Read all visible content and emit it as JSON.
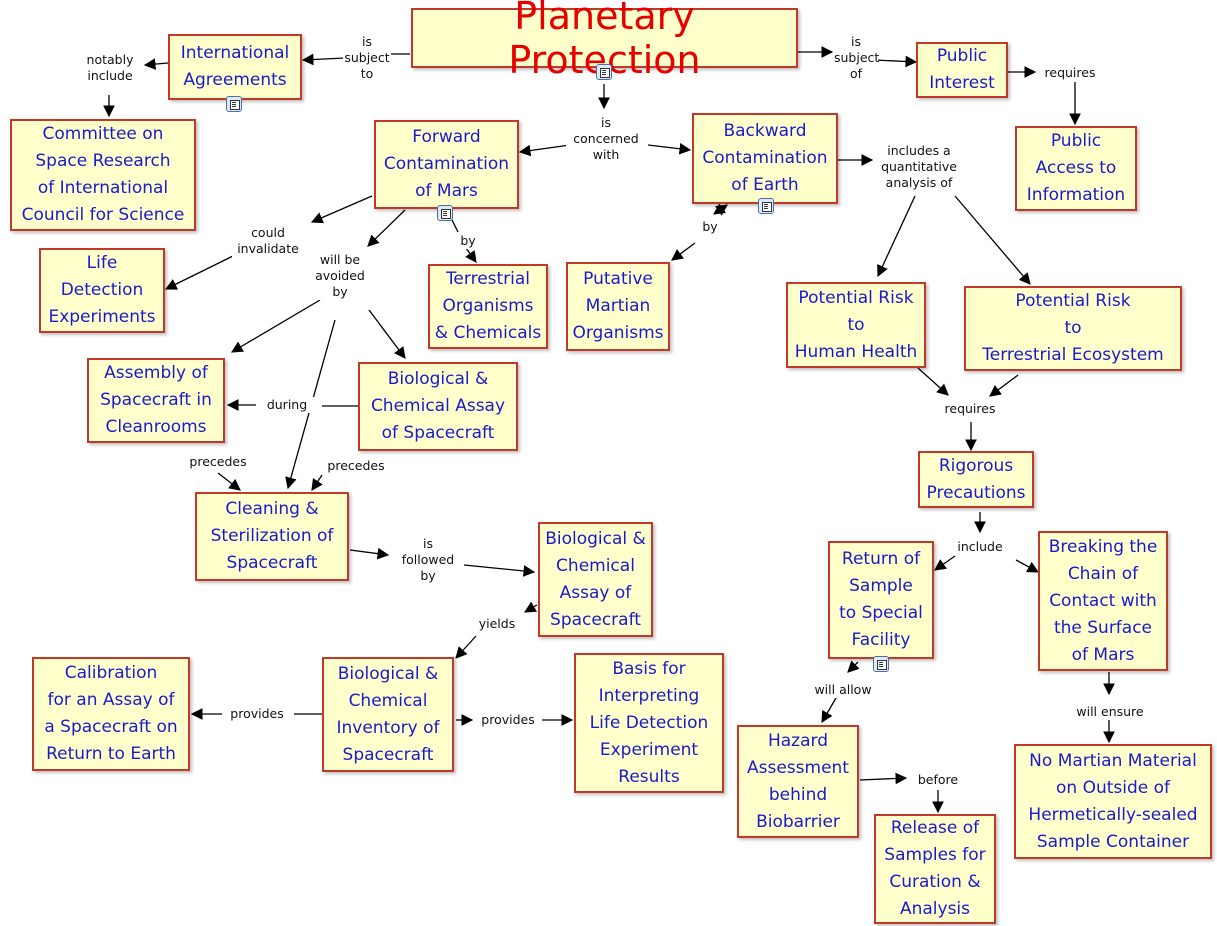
{
  "concepts": {
    "planetary_protection": "Planetary Protection",
    "international_agreements": "International\nAgreements",
    "public_interest": "Public\nInterest",
    "committee": "Committee on\nSpace Research\nof International\nCouncil for Science",
    "public_access": "Public\nAccess to\nInformation",
    "forward_contamination": "Forward\nContamination\nof Mars",
    "backward_contamination": "Backward\nContamination\nof Earth",
    "life_detection": "Life\nDetection\nExperiments",
    "terrestrial_organisms": "Terrestrial\nOrganisms\n& Chemicals",
    "putative_martian": "Putative\nMartian\nOrganisms",
    "risk_human": "Potential Risk\nto\nHuman Health",
    "risk_ecosystem": "Potential Risk\nto\nTerrestrial Ecosystem",
    "assembly_cleanrooms": "Assembly of\nSpacecraft in\nCleanrooms",
    "bio_assay_1": "Biological &\nChemical Assay\nof Spacecraft",
    "rigorous_precautions": "Rigorous\nPrecautions",
    "cleaning_sterilization": "Cleaning &\nSterilization of\nSpacecraft",
    "bio_assay_2": "Biological &\nChemical\nAssay of\nSpacecraft",
    "return_sample": "Return of\nSample\nto Special\nFacility",
    "breaking_chain": "Breaking the\nChain of\nContact with\nthe Surface\nof Mars",
    "calibration": "Calibration\nfor an Assay of\na Spacecraft on\nReturn to Earth",
    "bio_inventory": "Biological &\nChemical\nInventory of\nSpacecraft",
    "basis_interpreting": "Basis for\nInterpreting\nLife Detection\nExperiment\nResults",
    "hazard_assessment": "Hazard\nAssessment\nbehind\nBiobarrier",
    "no_martian_material": "No Martian Material\non Outside of\nHermetically-sealed\nSample Container",
    "release_samples": "Release of\nSamples for\nCuration &\nAnalysis"
  },
  "link_labels": {
    "is_subject_to": "is\nsubject\nto",
    "is_subject_of": "is\nsubject\nof",
    "notably_include": "notably\ninclude",
    "requires_1": "requires",
    "is_concerned_with": "is\nconcerned\nwith",
    "includes_quantitative": "includes a\nquantitative\nanalysis of",
    "could_invalidate": "could\ninvalidate",
    "will_be_avoided_by": "will be\navoided\nby",
    "by_1": "by",
    "by_2": "by",
    "during": "during",
    "requires_2": "requires",
    "precedes_1": "precedes",
    "precedes_2": "precedes",
    "is_followed_by": "is\nfollowed\nby",
    "include": "include",
    "yields": "yields",
    "provides_1": "provides",
    "provides_2": "provides",
    "will_allow": "will allow",
    "will_ensure": "will ensure",
    "before": "before"
  },
  "icons": {
    "resource_icon": "document-resource-icon"
  },
  "colors": {
    "node_fill": "#ffffcc",
    "node_border": "#c0392b",
    "node_text": "#1a1acc",
    "title_text": "#e60000"
  }
}
